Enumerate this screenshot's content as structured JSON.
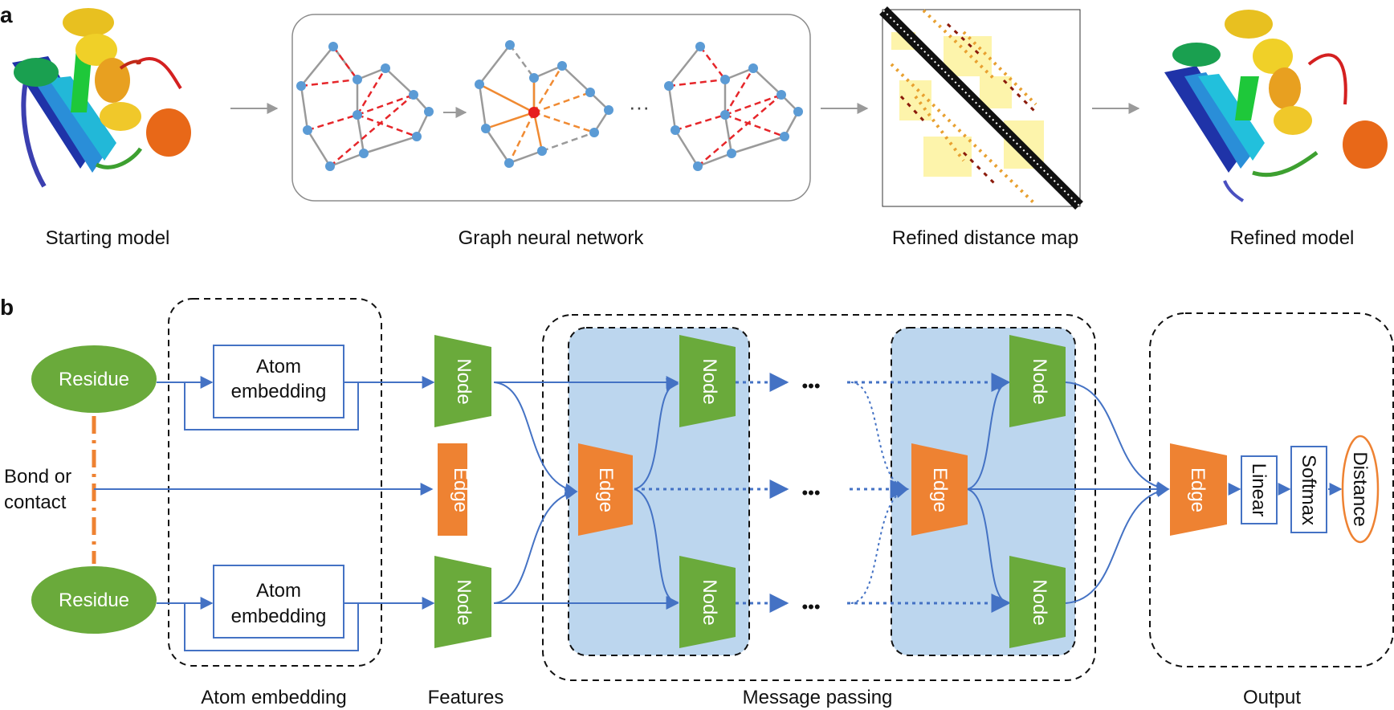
{
  "panel_a": {
    "letter": "a",
    "captions": {
      "starting_model": "Starting model",
      "graph_neural_network": "Graph neural network",
      "refined_distance_map": "Refined distance map",
      "refined_model": "Refined model"
    },
    "ellipsis": "···"
  },
  "panel_b": {
    "letter": "b",
    "residue_top": "Residue",
    "residue_bottom": "Residue",
    "bond_or_contact": [
      "Bond or",
      "contact"
    ],
    "atom_embedding_box_top": [
      "Atom",
      "embedding"
    ],
    "atom_embedding_box_bottom": [
      "Atom",
      "embedding"
    ],
    "node_label": "Node",
    "edge_label": "Edge",
    "linear_label": "Linear",
    "softmax_label": "Softmax",
    "distance_label": "Distance",
    "dots": "•••",
    "section_labels": {
      "atom_embedding": "Atom embedding",
      "features": "Features",
      "message_passing": "Message passing",
      "output": "Output"
    }
  },
  "colors": {
    "residue_green": "#6aaa3b",
    "node_green": "#6aaa3b",
    "edge_orange": "#ee8232",
    "arrow_blue": "#4472c4",
    "mp_fill": "#bcd6ee",
    "graph_node_blue": "#5b9bd5",
    "graph_dashed_red": "#e6262a",
    "graph_highlight_orange": "#f08a32",
    "graph_focus_red": "#e61e1e"
  }
}
